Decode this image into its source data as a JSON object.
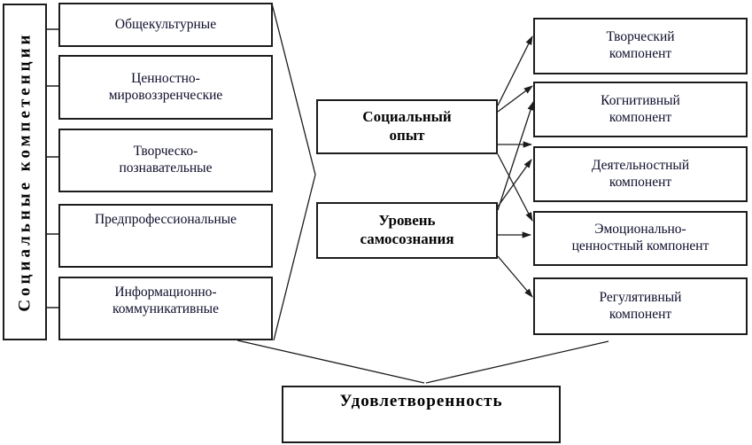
{
  "diagram": {
    "title_hint": "Structural model of social competencies",
    "left_label": "Социальные компетенции",
    "left_boxes": [
      {
        "label": [
          "Общекультурные"
        ]
      },
      {
        "label": [
          "Ценностно-",
          "мировоззренческие"
        ]
      },
      {
        "label": [
          "Творческо-",
          "познавательные"
        ]
      },
      {
        "label": [
          "Предпрофессиональные"
        ]
      },
      {
        "label": [
          "Информационно-",
          "коммуникативные"
        ]
      }
    ],
    "middle_boxes": [
      {
        "label": [
          "Социальный",
          "опыт"
        ]
      },
      {
        "label": [
          "Уровень",
          "самосознания"
        ]
      }
    ],
    "right_boxes": [
      {
        "label": [
          "Творческий",
          "компонент"
        ]
      },
      {
        "label": [
          "Когнитивный",
          "компонент"
        ]
      },
      {
        "label": [
          "Деятельностный",
          "компонент"
        ]
      },
      {
        "label": [
          "Эмоционально-",
          "ценностный компонент"
        ]
      },
      {
        "label": [
          "Регулятивный",
          "компонент"
        ]
      }
    ],
    "bottom_box": {
      "label": "Удовлетворенность"
    },
    "colors": {
      "background": "#ffffff",
      "border": "#1c1c1c",
      "line": "#1c1c1c",
      "text": "#000000"
    }
  }
}
